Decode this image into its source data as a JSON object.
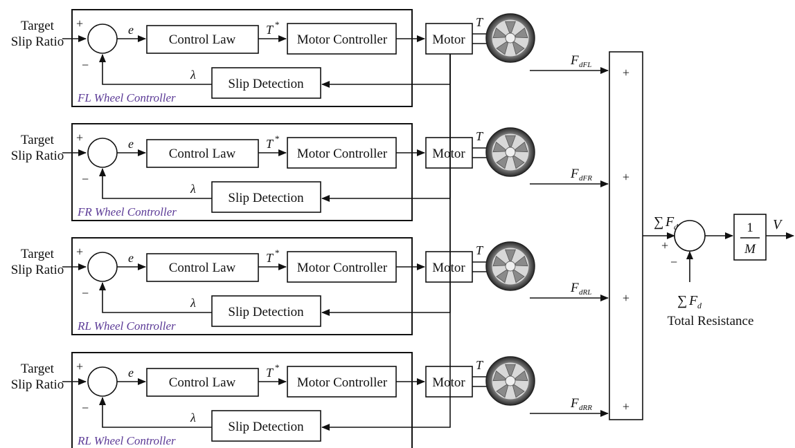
{
  "rows": [
    {
      "target": [
        "Target",
        "Slip Ratio"
      ],
      "controller": "FL Wheel Controller",
      "force_sub": "dFL"
    },
    {
      "target": [
        "Target",
        "Slip Ratio"
      ],
      "controller": "FR Wheel Controller",
      "force_sub": "dFR"
    },
    {
      "target": [
        "Target",
        "Slip Ratio"
      ],
      "controller": "RL Wheel Controller",
      "force_sub": "dRL"
    },
    {
      "target": [
        "Target",
        "Slip Ratio"
      ],
      "controller": "RL Wheel Controller",
      "force_sub": "dRR"
    }
  ],
  "blocks": {
    "control_law": "Control Law",
    "motor_controller": "Motor Controller",
    "motor": "Motor",
    "slip_detection": "Slip Detection"
  },
  "signals": {
    "error": "e",
    "torque_ref": "T",
    "torque_ref_sup": "*",
    "torque": "T",
    "slip": "λ",
    "force": "F",
    "plus": "+",
    "minus": "−"
  },
  "summing": {
    "sigma": "∑",
    "sum_in_label": "F",
    "sum_in_sub": "d",
    "resistance_label": "F",
    "resistance_sub": "d",
    "resistance_caption": "Total Resistance",
    "gain_num": "1",
    "gain_den": "M",
    "output": "V"
  },
  "colors": {
    "controller_label": "#5b3a96",
    "line": "#111111"
  }
}
